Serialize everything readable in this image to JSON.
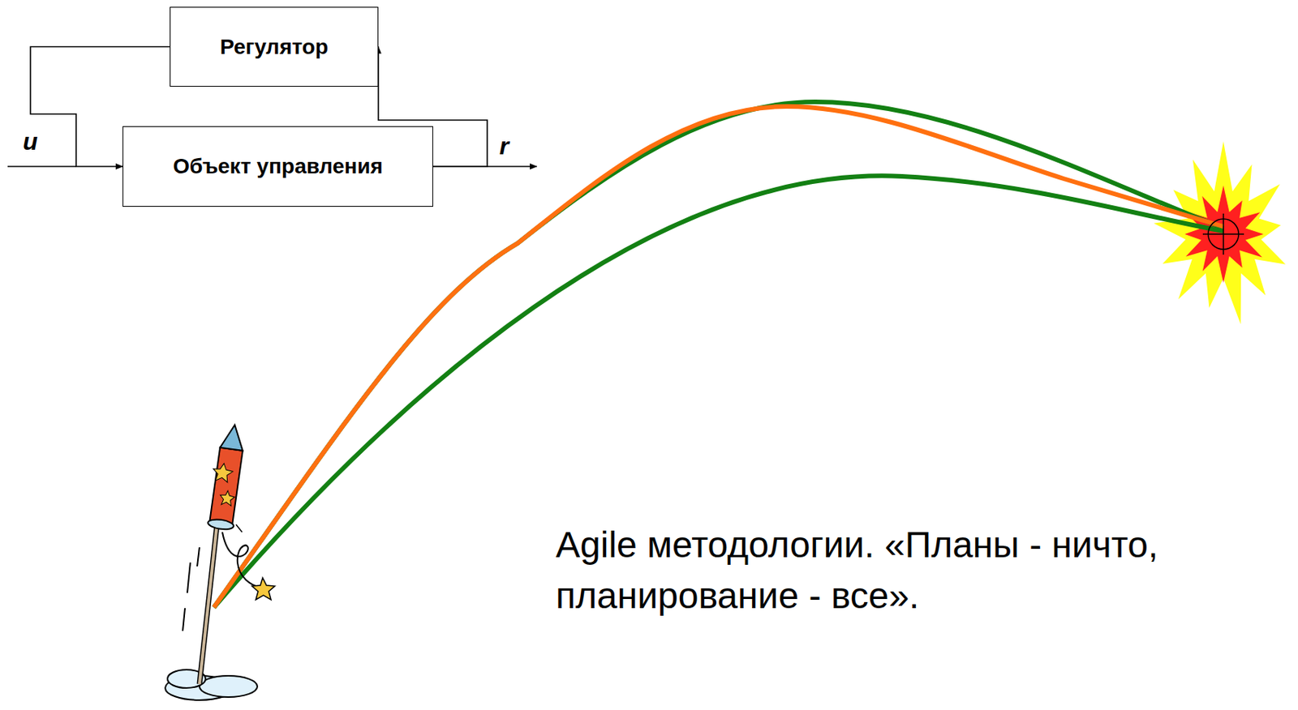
{
  "diagram": {
    "nodes": [
      {
        "text": [
          "Регулятор"
        ]
      },
      {
        "text": [
          "Объект управления"
        ]
      }
    ],
    "edges": [
      {
        "from": 0,
        "to": 1,
        "arrow": "to"
      },
      {
        "from": 1,
        "to": 0,
        "arrow": "to"
      }
    ],
    "labels": [
      "u",
      "r",
      "Agile методологии. «Планы - ничто, планирование - все»."
    ]
  }
}
